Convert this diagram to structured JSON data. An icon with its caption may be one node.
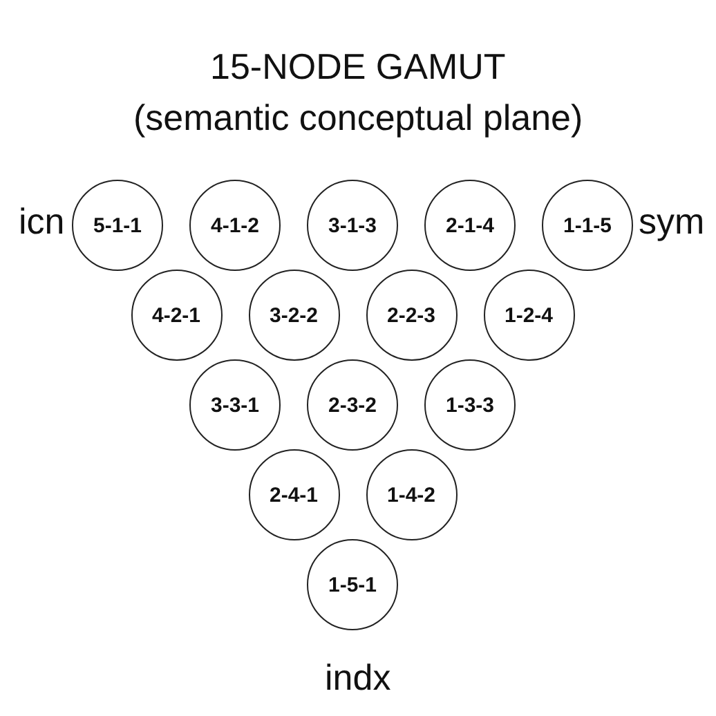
{
  "diagram": {
    "title": "15-NODE GAMUT",
    "nodes": [
      {
        "text": [
          "5-1-1"
        ]
      },
      {
        "text": [
          "4-1-2"
        ]
      },
      {
        "text": [
          "3-1-3"
        ]
      },
      {
        "text": [
          "2-1-4"
        ]
      },
      {
        "text": [
          "1-1-5"
        ]
      },
      {
        "text": [
          "4-2-1"
        ]
      },
      {
        "text": [
          "3-2-2"
        ]
      },
      {
        "text": [
          "2-2-3"
        ]
      },
      {
        "text": [
          "1-2-4"
        ]
      },
      {
        "text": [
          "3-3-1"
        ]
      },
      {
        "text": [
          "2-3-2"
        ]
      },
      {
        "text": [
          "1-3-3"
        ]
      },
      {
        "text": [
          "2-4-1"
        ]
      },
      {
        "text": [
          "1-4-2"
        ]
      },
      {
        "text": [
          "1-5-1"
        ]
      }
    ],
    "labels": [
      "(semantic conceptual plane)",
      "icn",
      "sym",
      "indx"
    ]
  }
}
